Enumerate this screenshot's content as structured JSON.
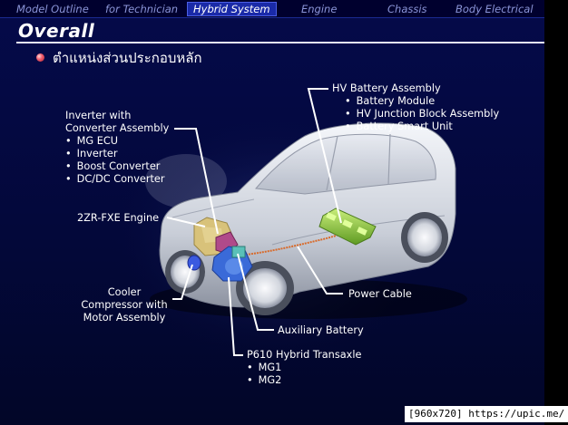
{
  "nav": {
    "tabs": [
      {
        "label": "Model Outline",
        "active": false
      },
      {
        "label": "for Technician",
        "active": false
      },
      {
        "label": "Hybrid System",
        "active": true
      },
      {
        "label": "Engine",
        "active": false
      },
      {
        "label": "Chassis",
        "active": false
      },
      {
        "label": "Body Electrical",
        "active": false
      }
    ]
  },
  "slide": {
    "title": "Overall",
    "subtitle": "ตำแหน่งส่วนประกอบหลัก"
  },
  "labels": {
    "inverter": {
      "heading": [
        "Inverter with",
        "Converter Assembly"
      ],
      "items": [
        "MG ECU",
        "Inverter",
        "Boost Converter",
        "DC/DC Converter"
      ]
    },
    "engine": "2ZR-FXE Engine",
    "cooler": [
      "Cooler",
      "Compressor with",
      "Motor Assembly"
    ],
    "hv_battery": {
      "heading": "HV Battery Assembly",
      "items": [
        "Battery Module",
        "HV Junction Block Assembly",
        "Battery Smart Unit"
      ]
    },
    "power_cable": "Power Cable",
    "aux_battery": "Auxiliary Battery",
    "transaxle": {
      "heading": "P610 Hybrid Transaxle",
      "items": [
        "MG1",
        "MG2"
      ]
    }
  },
  "watermark": "[960x720] https://upic.me/",
  "colors": {
    "background": "#03083a",
    "nav_bar": "#00002e",
    "nav_active": "#1a2aa8",
    "nav_inactive_text": "#8b95d8",
    "leader_line": "#ffffff",
    "hv_battery": "#8fcc3c",
    "power_cable": "#d86a2a",
    "engine": "#d8c27a",
    "inverter": "#b04a8a",
    "transaxle": "#3a6ad8",
    "aux_battery": "#5ac0b8"
  }
}
